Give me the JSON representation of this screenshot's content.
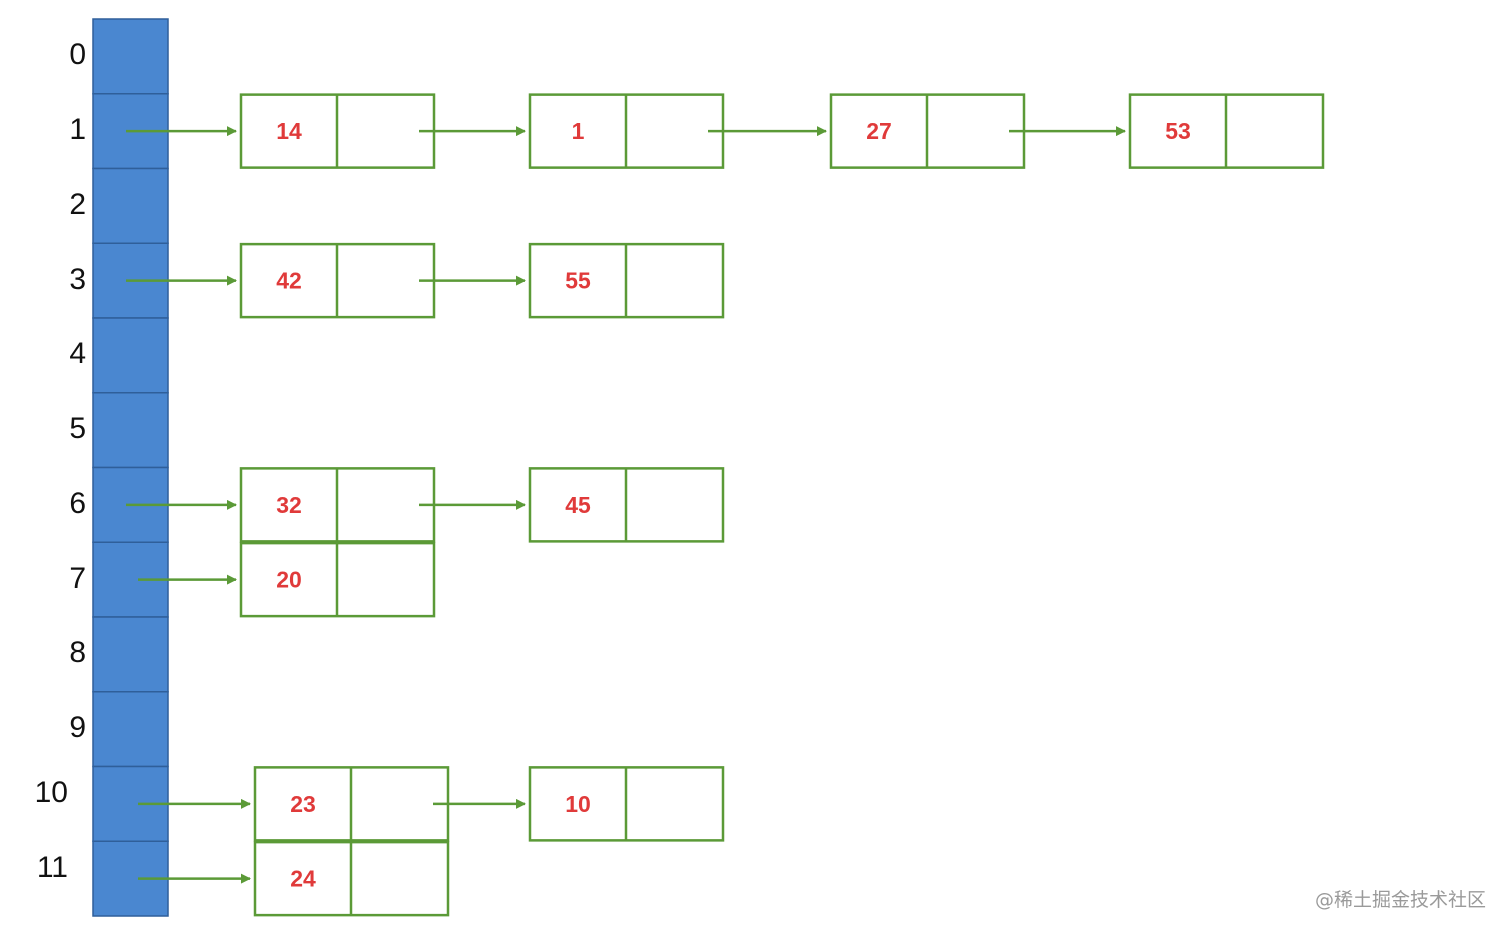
{
  "colors": {
    "bucket_fill": "#4a87d0",
    "bucket_border": "#2f5f9a",
    "node_border": "#5b9a37",
    "arrow": "#5b9a37",
    "node_value": "#e03a3a",
    "index_text": "#111111"
  },
  "buckets": [
    {
      "index": "0",
      "chain": []
    },
    {
      "index": "1",
      "chain": [
        "14",
        "1",
        "27",
        "53"
      ]
    },
    {
      "index": "2",
      "chain": []
    },
    {
      "index": "3",
      "chain": [
        "42",
        "55"
      ]
    },
    {
      "index": "4",
      "chain": []
    },
    {
      "index": "5",
      "chain": []
    },
    {
      "index": "6",
      "chain": [
        "32",
        "45"
      ]
    },
    {
      "index": "7",
      "chain": [
        "20"
      ]
    },
    {
      "index": "8",
      "chain": []
    },
    {
      "index": "9",
      "chain": []
    },
    {
      "index": "10",
      "chain": [
        "23",
        "10"
      ]
    },
    {
      "index": "11",
      "chain": [
        "24"
      ]
    }
  ],
  "watermark": "@稀土掘金技术社区"
}
